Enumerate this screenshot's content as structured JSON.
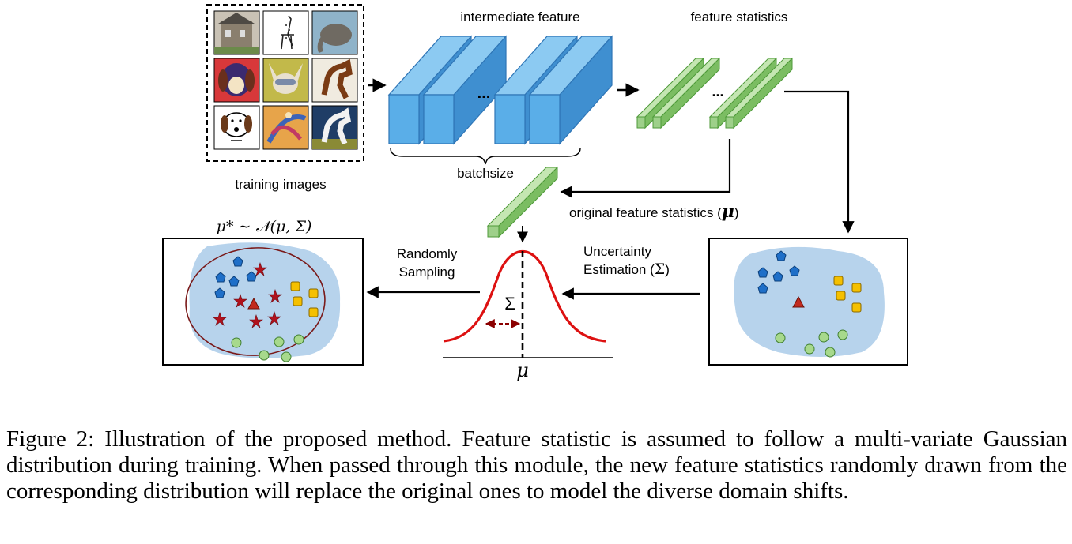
{
  "labels": {
    "intermediate_feature": "intermediate feature",
    "feature_statistics": "feature statistics",
    "batchsize": "batchsize",
    "training_images": "training images",
    "original_feature_statistics": "original feature statistics (",
    "mu": "μ",
    "mu_close": ")",
    "randomly_line1": "Randomly",
    "randomly_line2": "Sampling",
    "uncertainty_line1": "Uncertainty",
    "uncertainty_line2": "Estimation (",
    "sigma": "Σ",
    "sigma_close": ")",
    "sampled_formula": "μ* ∼ 𝒩(μ, Σ)",
    "ellipsis": "..."
  },
  "colors": {
    "block_blue": "#5aaee8",
    "stat_green": "#9ed08a",
    "cloud_blue": "#b7d3ec",
    "gaussian_red": "#dd1111",
    "star_red": "#b0121d",
    "pentagon_blue": "#1f6fc8",
    "square_gold": "#f5c000",
    "circle_green": "#a7d98c"
  },
  "caption": {
    "label": "Figure 2:",
    "text": "Illustration of the proposed method. Feature statistic is assumed to follow a multi-variate Gaussian distribution during training. When passed through this module, the new feature statistics randomly drawn from the corresponding distribution will replace the original ones to model the diverse domain shifts."
  }
}
